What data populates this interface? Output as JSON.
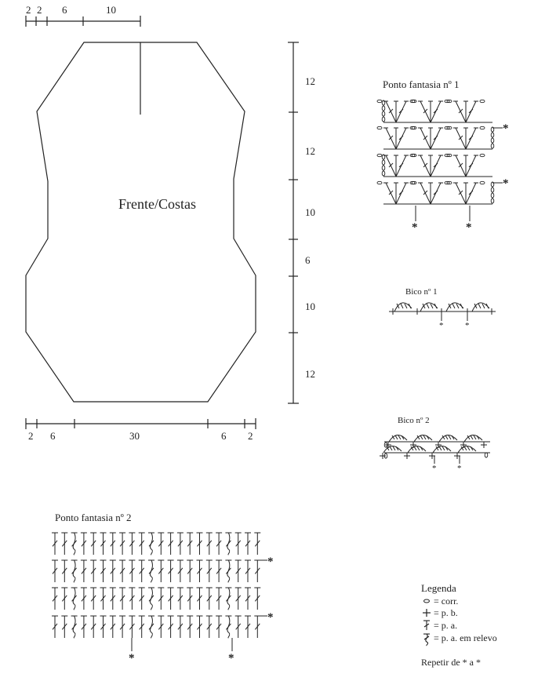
{
  "top_scale": {
    "labels": [
      "2",
      "2",
      "6",
      "10"
    ]
  },
  "bottom_scale": {
    "labels": [
      "2",
      "6",
      "30",
      "6",
      "2"
    ]
  },
  "right_scale": {
    "labels": [
      "12",
      "12",
      "10",
      "6",
      "10",
      "12"
    ]
  },
  "piece": {
    "label": "Frente/Costas"
  },
  "ponto1": {
    "title": "Ponto fantasia nº 1",
    "mark": "*"
  },
  "bico1": {
    "title": "Bico nº 1",
    "mark": "*"
  },
  "bico2": {
    "title": "Bico nº 2",
    "mark": "*"
  },
  "ponto2": {
    "title": "Ponto fantasia nº 2",
    "mark": "*"
  },
  "legend": {
    "title": "Legenda",
    "items": [
      {
        "symbol": "chain-icon",
        "text": "= corr."
      },
      {
        "symbol": "plus-icon",
        "text": "= p. b."
      },
      {
        "symbol": "dc-icon",
        "text": "= p. a."
      },
      {
        "symbol": "dc-relief-icon",
        "text": "= p. a. em relevo"
      }
    ],
    "repeat": "Repetir de * a *"
  }
}
